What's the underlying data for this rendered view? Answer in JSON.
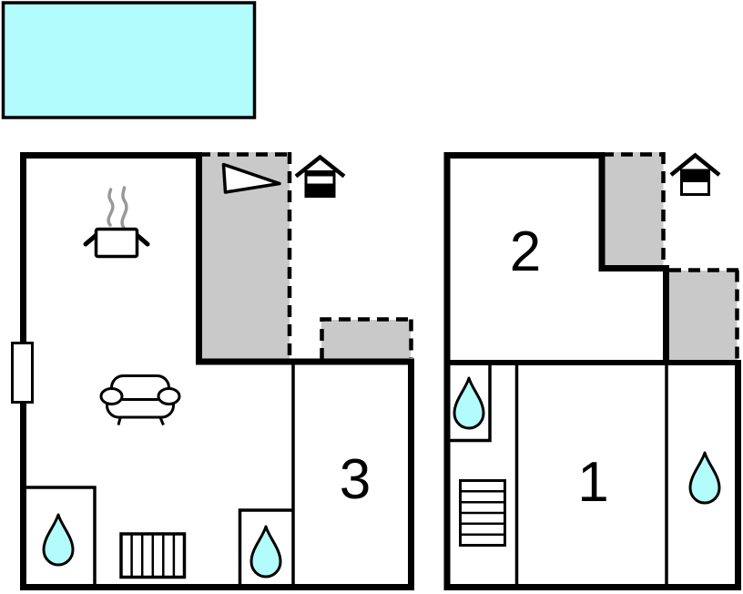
{
  "colors": {
    "background": "#ffffff",
    "wall": "#000000",
    "pool": "#b3fcfc",
    "water": "#b3fcfc",
    "terrace": "#c9c9c9",
    "steam": "#999999"
  },
  "pool": {
    "name": "swimming-pool"
  },
  "plans": {
    "left": {
      "rooms": [
        {
          "label": "3"
        }
      ],
      "terrace_count": 2,
      "icons": [
        "cooking-pot-icon",
        "steam-icon",
        "sofa-icon",
        "window-marker",
        "water-drop-icon",
        "water-drop-icon",
        "radiator-icon",
        "direction-triangle-icon",
        "house-entrance-icon"
      ]
    },
    "right": {
      "rooms": [
        {
          "label": "2"
        },
        {
          "label": "1"
        }
      ],
      "terrace_count": 2,
      "icons": [
        "water-drop-icon",
        "water-drop-icon",
        "stairs-icon",
        "house-entrance-icon"
      ]
    }
  }
}
